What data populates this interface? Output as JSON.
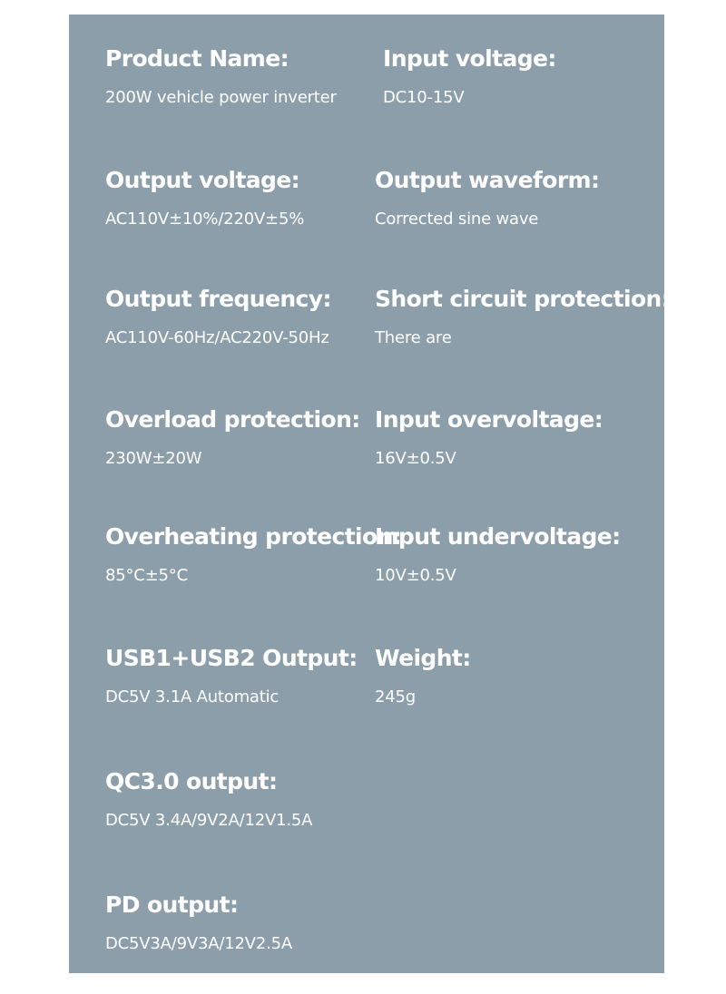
{
  "specs": [
    {
      "label": "Product Name:",
      "value": "200W vehicle power inverter"
    },
    {
      "label": "Input voltage:",
      "value": "DC10-15V"
    },
    {
      "label": "Output voltage:",
      "value": "AC110V±10%/220V±5%"
    },
    {
      "label": "Output waveform:",
      "value": "Corrected sine wave"
    },
    {
      "label": "Output frequency:",
      "value": "AC110V-60Hz/AC220V-50Hz"
    },
    {
      "label": "Short circuit protection:",
      "value": "There are"
    },
    {
      "label": "Overload protection:",
      "value": "230W±20W"
    },
    {
      "label": "Input overvoltage:",
      "value": "16V±0.5V"
    },
    {
      "label": "Overheating protection:",
      "value": "85°C±5°C"
    },
    {
      "label": "Input undervoltage:",
      "value": "10V±0.5V"
    },
    {
      "label": "USB1+USB2 Output:",
      "value": "DC5V 3.1A Automatic"
    },
    {
      "label": "Weight:",
      "value": "245g"
    },
    {
      "label": "QC3.0 output:",
      "value": "DC5V 3.4A/9V2A/12V1.5A"
    },
    {
      "label": "PD output:",
      "value": "DC5V3A/9V3A/12V2.5A"
    }
  ],
  "colors": {
    "panel_background": "#8c9ea9",
    "text": "#ffffff"
  }
}
